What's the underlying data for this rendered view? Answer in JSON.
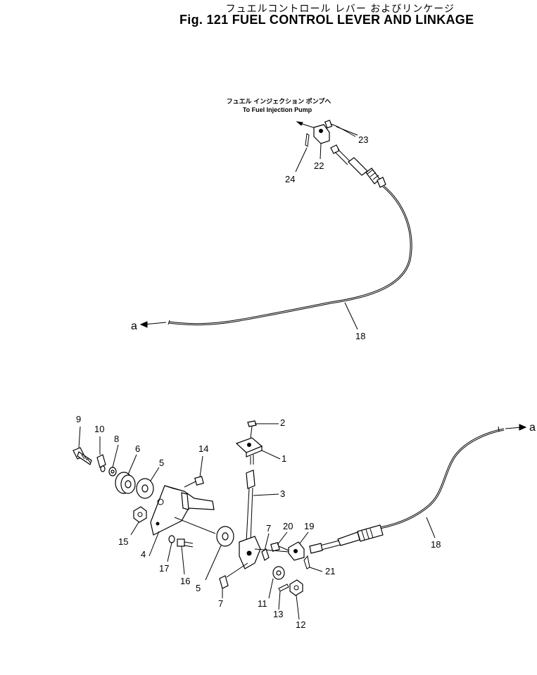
{
  "title": {
    "japanese": "フュエルコントロール レバー およびリンケージ",
    "english": "Fig. 121 FUEL CONTROL LEVER AND LINKAGE"
  },
  "note": {
    "japanese": "フュエル インジェクション ポンプへ",
    "english": "To Fuel Injection Pump"
  },
  "connector_label": "a",
  "callouts": {
    "p1": "1",
    "p2": "2",
    "p3": "3",
    "p4": "4",
    "p5a": "5",
    "p5b": "5",
    "p6": "6",
    "p7a": "7",
    "p7b": "7",
    "p8": "8",
    "p9": "9",
    "p10": "10",
    "p11": "11",
    "p12": "12",
    "p13": "13",
    "p14": "14",
    "p15": "15",
    "p16": "16",
    "p17": "17",
    "p18a": "18",
    "p18b": "18",
    "p19": "19",
    "p20": "20",
    "p21": "21",
    "p22": "22",
    "p23": "23",
    "p24": "24"
  }
}
